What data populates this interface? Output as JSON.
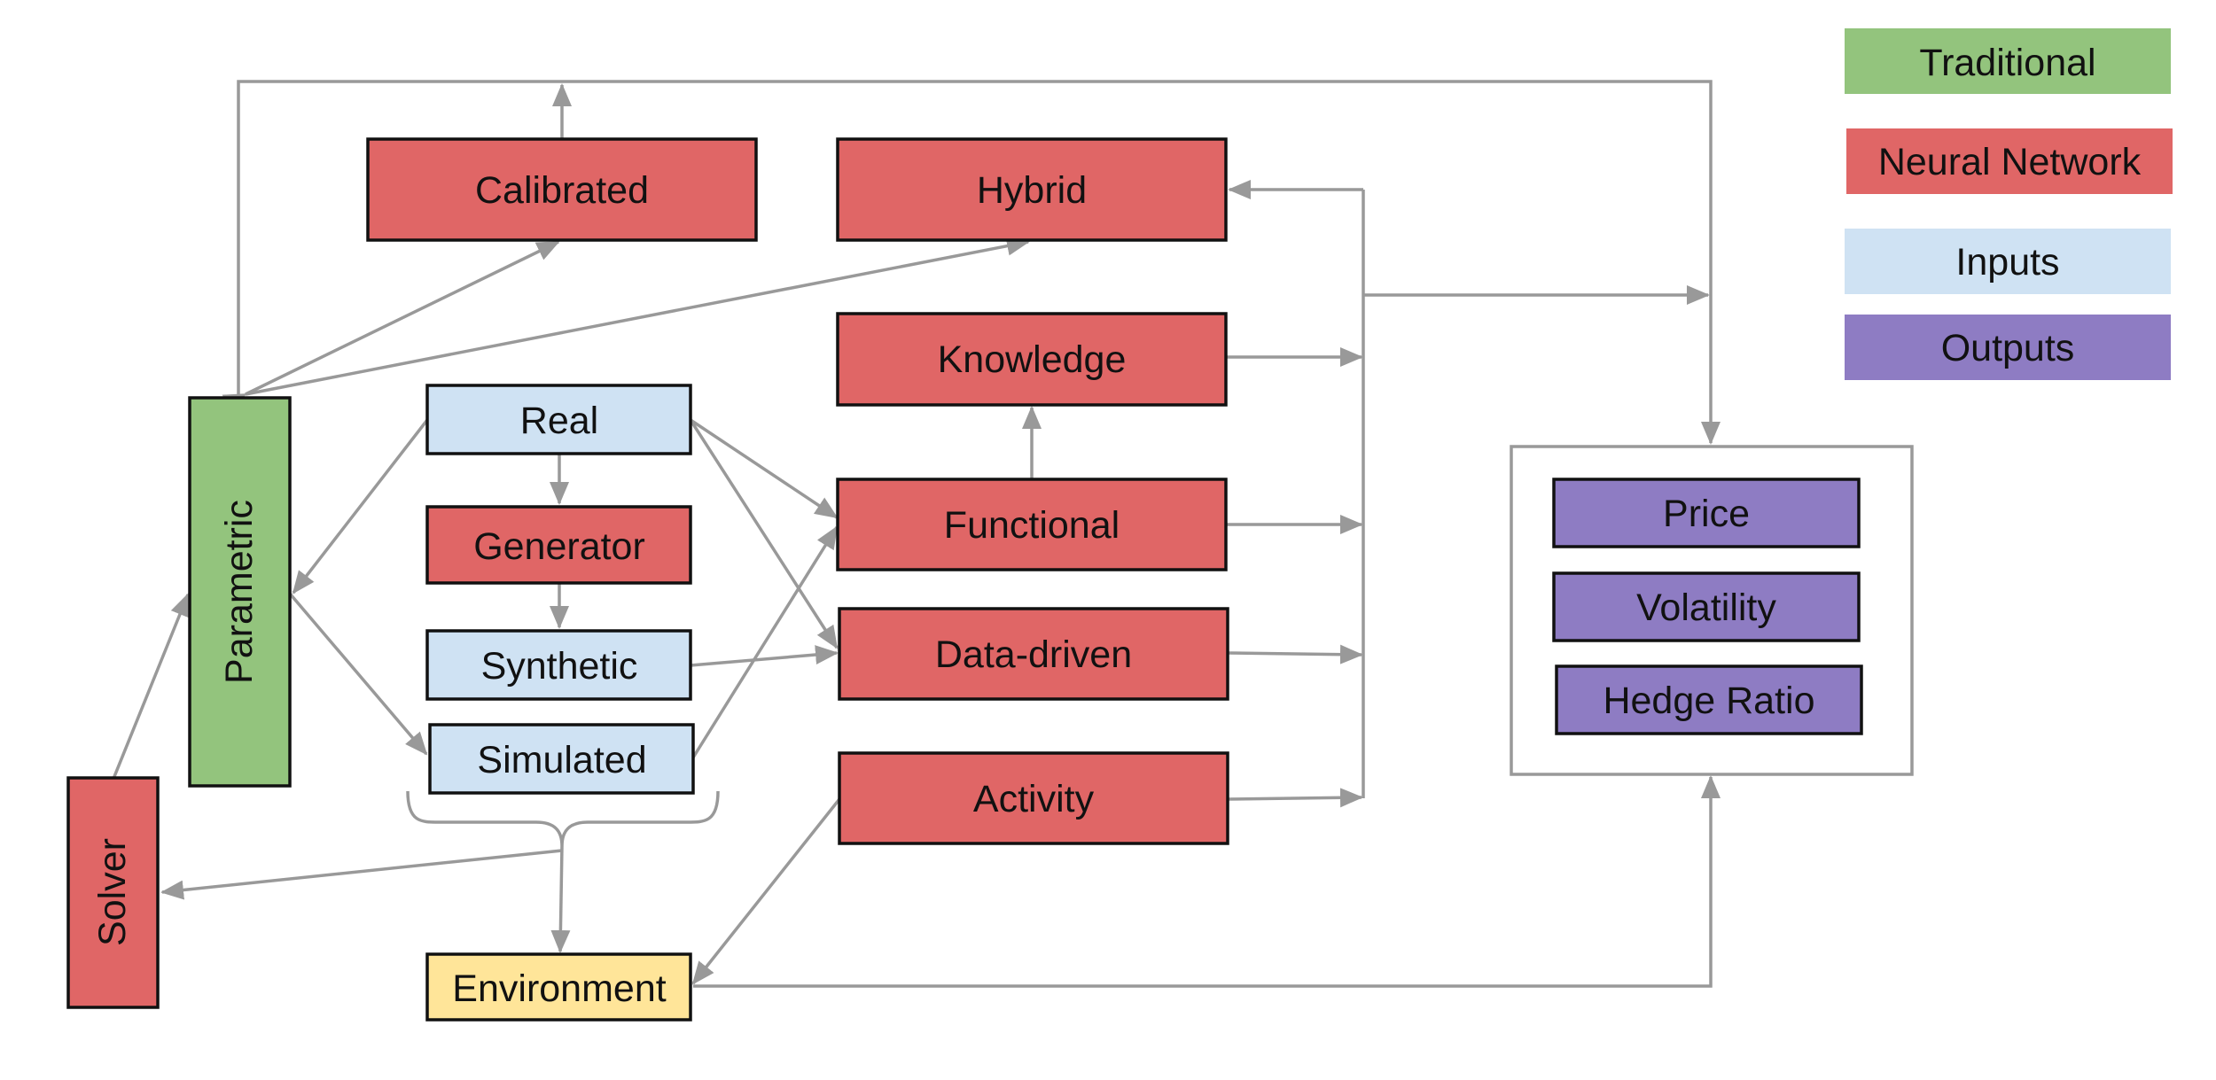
{
  "colors": {
    "traditional": "#93c47d",
    "neural_network": "#e06666",
    "inputs": "#cfe2f3",
    "outputs": "#8e7cc3",
    "environment": "#ffe599",
    "connector": "#999999",
    "border": "#111111"
  },
  "legend": [
    {
      "label": "Traditional",
      "category": "traditional"
    },
    {
      "label": "Neural Network",
      "category": "neural_network"
    },
    {
      "label": "Inputs",
      "category": "inputs"
    },
    {
      "label": "Outputs",
      "category": "outputs"
    }
  ],
  "nodes": {
    "calibrated": {
      "label": "Calibrated",
      "category": "neural_network"
    },
    "hybrid": {
      "label": "Hybrid",
      "category": "neural_network"
    },
    "knowledge": {
      "label": "Knowledge",
      "category": "neural_network"
    },
    "functional": {
      "label": "Functional",
      "category": "neural_network"
    },
    "data_driven": {
      "label": "Data-driven",
      "category": "neural_network"
    },
    "activity": {
      "label": "Activity",
      "category": "neural_network"
    },
    "generator": {
      "label": "Generator",
      "category": "neural_network"
    },
    "solver": {
      "label": "Solver",
      "category": "neural_network"
    },
    "parametric": {
      "label": "Parametric",
      "category": "traditional"
    },
    "real": {
      "label": "Real",
      "category": "inputs"
    },
    "synthetic": {
      "label": "Synthetic",
      "category": "inputs"
    },
    "simulated": {
      "label": "Simulated",
      "category": "inputs"
    },
    "environment": {
      "label": "Environment",
      "category": "environment"
    },
    "price": {
      "label": "Price",
      "category": "outputs"
    },
    "volatility": {
      "label": "Volatility",
      "category": "outputs"
    },
    "hedge_ratio": {
      "label": "Hedge Ratio",
      "category": "outputs"
    }
  }
}
